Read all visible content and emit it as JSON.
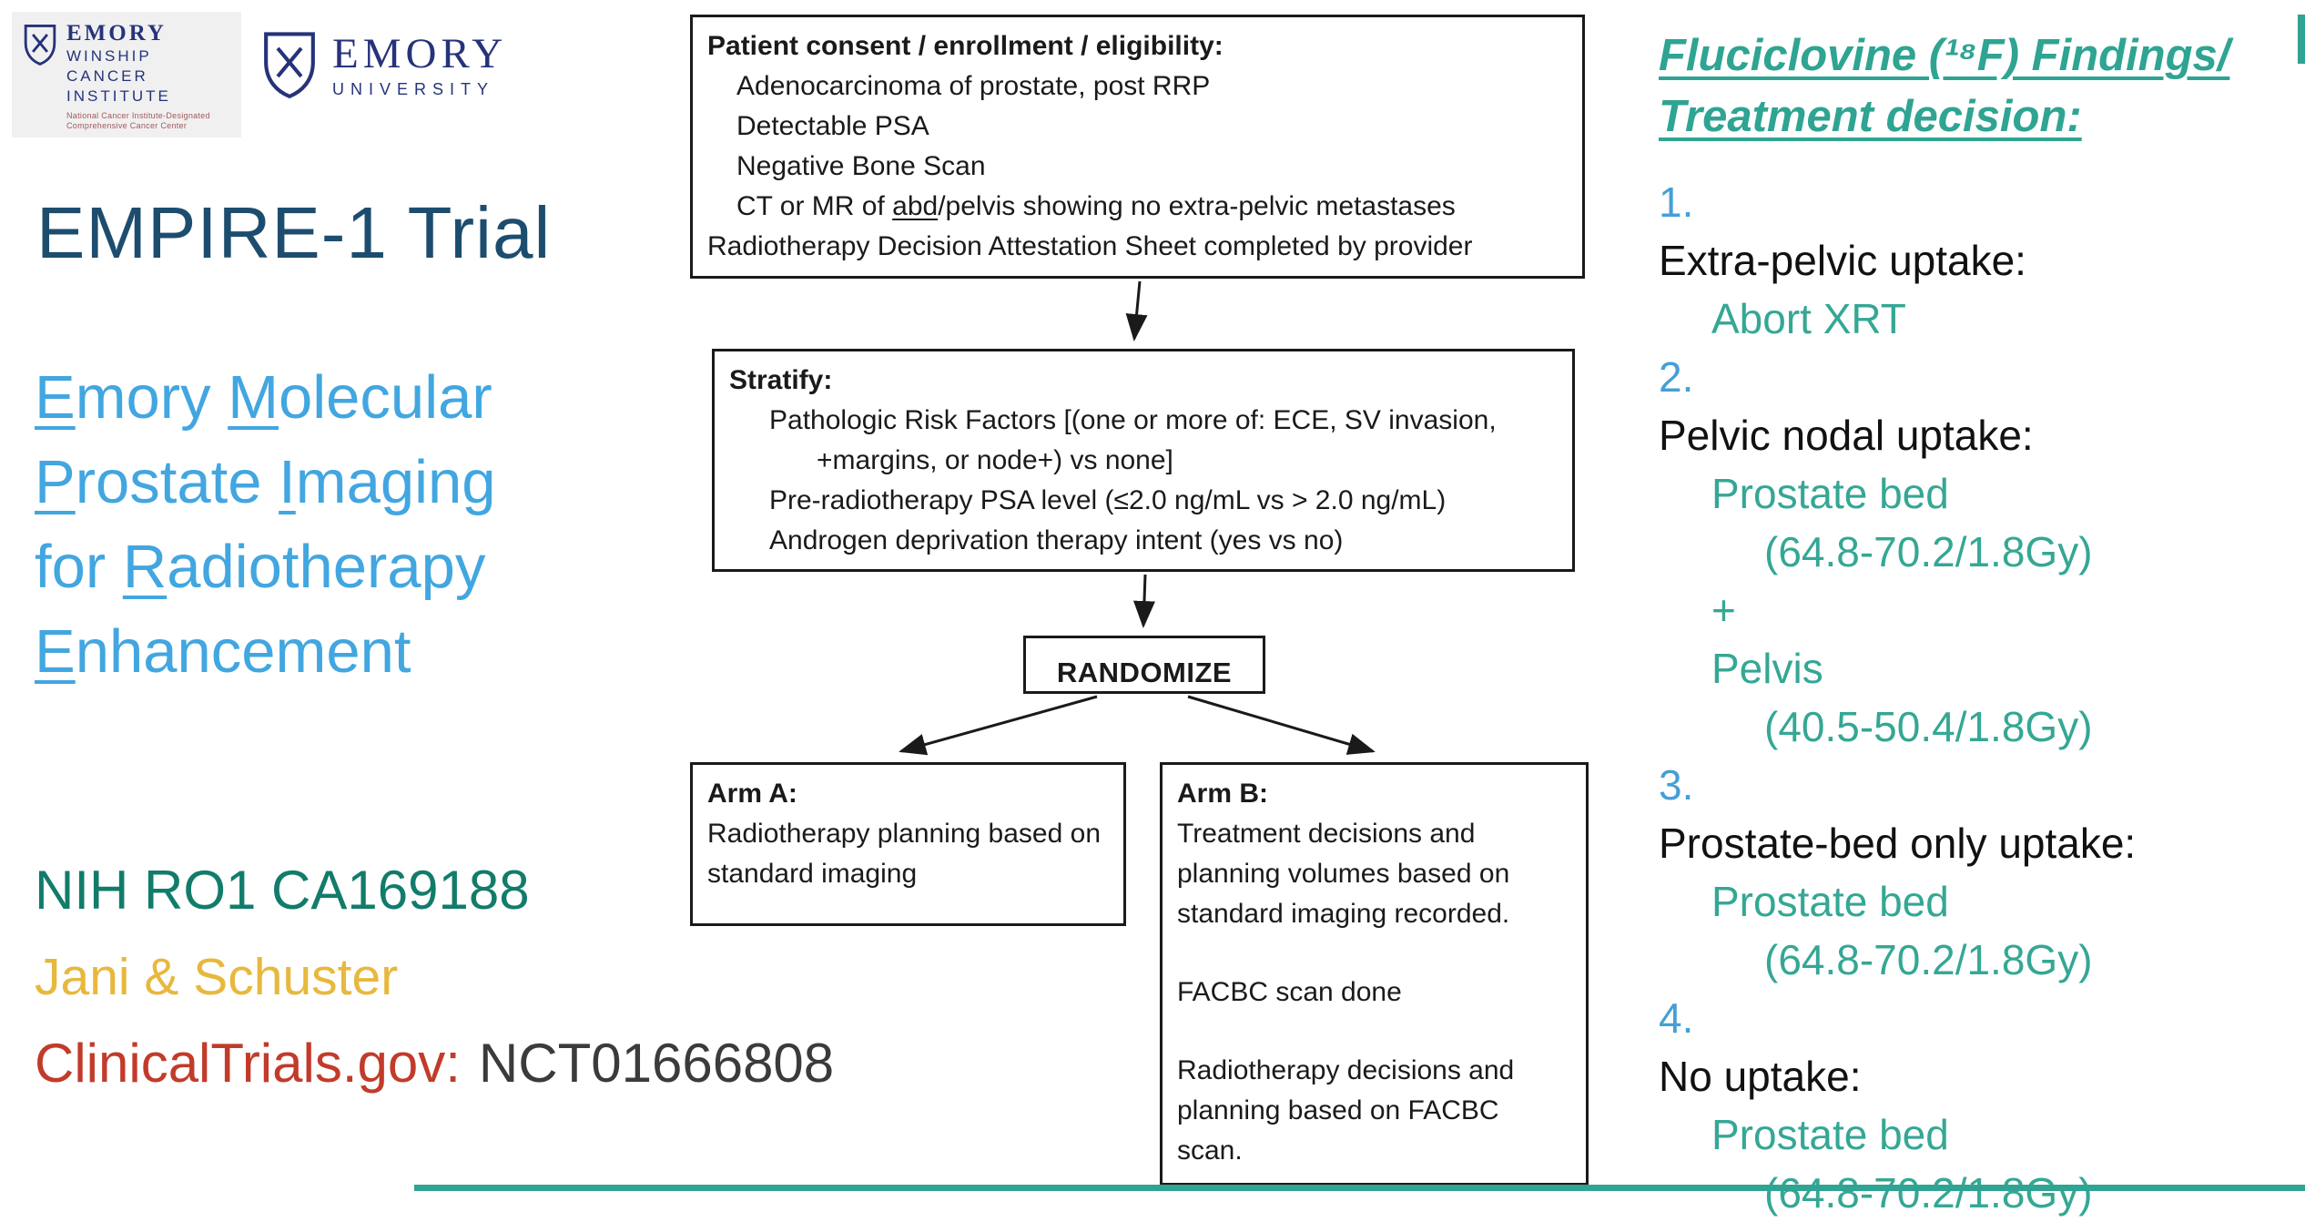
{
  "logos": {
    "winship": {
      "emory": "EMORY",
      "line1": "WINSHIP",
      "line2": "CANCER",
      "line3": "INSTITUTE",
      "tagline1": "National Cancer Institute-Designated",
      "tagline2": "Comprehensive Cancer Center"
    },
    "university": {
      "name": "EMORY",
      "subname": "UNIVERSITY"
    }
  },
  "left": {
    "title": "EMPIRE-1 Trial",
    "acronym": {
      "line1": [
        {
          "t": "E",
          "u": true
        },
        {
          "t": "mory ",
          "u": false
        },
        {
          "t": "M",
          "u": true
        },
        {
          "t": "olecular",
          "u": false
        }
      ],
      "line2": [
        {
          "t": "P",
          "u": true
        },
        {
          "t": "rostate ",
          "u": false
        },
        {
          "t": "I",
          "u": true
        },
        {
          "t": "maging",
          "u": false
        }
      ],
      "line3": [
        {
          "t": "for ",
          "u": false
        },
        {
          "t": "R",
          "u": true
        },
        {
          "t": "adiotherapy",
          "u": false
        }
      ],
      "line4": [
        {
          "t": "E",
          "u": true
        },
        {
          "t": "nhancement",
          "u": false
        }
      ]
    },
    "grant": "NIH RO1 CA169188",
    "authors": "Jani & Schuster",
    "registry_label": "ClinicalTrials.gov:",
    "registry_id": "NCT01666808"
  },
  "flowchart": {
    "eligibility": {
      "title": "Patient consent / enrollment / eligibility:",
      "item1": "Adenocarcinoma of prostate, post RRP",
      "item2": "Detectable PSA",
      "item3": "Negative Bone Scan",
      "item4_pre": "CT or MR of ",
      "item4_underlined": "abd",
      "item4_post": "/pelvis showing no extra-pelvic metastases",
      "item5": "Radiotherapy Decision Attestation Sheet completed by provider"
    },
    "stratify": {
      "title": "Stratify:",
      "item1_line1": "Pathologic Risk Factors [(one or more of: ECE, SV invasion,",
      "item1_line2": "+margins, or node+) vs none]",
      "item2": "Pre-radiotherapy PSA level (≤2.0 ng/mL vs > 2.0 ng/mL)",
      "item3": "Androgen deprivation therapy intent (yes vs no)"
    },
    "randomize": "RANDOMIZE",
    "arm_a": {
      "title": "Arm A:",
      "body": "Radiotherapy planning based on standard imaging"
    },
    "arm_b": {
      "title": "Arm B:",
      "para1": "Treatment decisions and planning volumes based on standard imaging recorded.",
      "para2": "FACBC scan done",
      "para3": "Radiotherapy decisions and planning based on FACBC scan."
    }
  },
  "findings": {
    "title_line1": "Fluciclovine (¹⁸F) Findings/",
    "title_line2": "Treatment decision:",
    "items": [
      {
        "num": "1.",
        "label": "Extra-pelvic uptake:",
        "d1": "Abort XRT"
      },
      {
        "num": "2.",
        "label": "Pelvic nodal uptake:",
        "d1": "Prostate bed",
        "d2": "(64.8-70.2/1.8Gy)",
        "d3": "+",
        "d4": "Pelvis",
        "d5": "(40.5-50.4/1.8Gy)"
      },
      {
        "num": "3.",
        "label": "Prostate-bed only uptake:",
        "d1": "Prostate bed",
        "d2": "(64.8-70.2/1.8Gy)"
      },
      {
        "num": "4.",
        "label": "No uptake:",
        "d1": "Prostate bed",
        "d2": "(64.8-70.2/1.8Gy)"
      }
    ]
  },
  "colors": {
    "navy_title": "#1d4d6e",
    "light_blue": "#42a6e0",
    "teal_grant": "#127c6b",
    "gold": "#e8b83d",
    "red": "#c23b2a",
    "dark_text": "#3b3b3d",
    "findings_teal": "#2fa492",
    "findings_detail": "#35a794",
    "number_blue": "#459fd6",
    "box_border": "#1a1a1a",
    "logo_navy": "#26337a",
    "winship_bg": "#f0f0f1",
    "tagline_red": "#a4575a"
  }
}
